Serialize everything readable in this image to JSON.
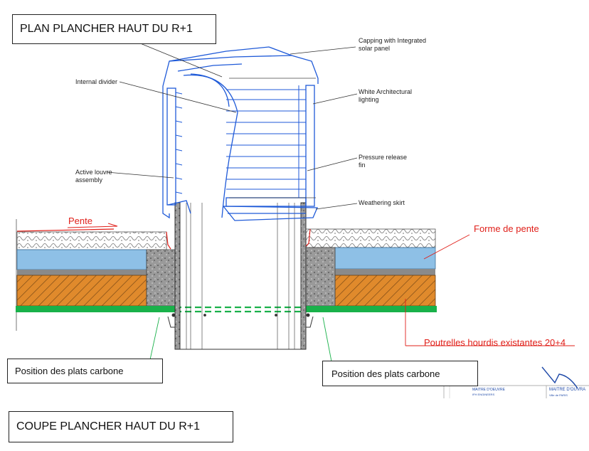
{
  "title_top": "PLAN PLANCHER HAUT DU  R+1",
  "title_bottom": "COUPE PLANCHER HAUT DU R+1",
  "labels": {
    "capping_1": "Capping with Integrated",
    "capping_2": "solar panel",
    "internal_divider": "Internal divider",
    "lighting_1": "White Architectural",
    "lighting_2": "lighting",
    "pressure_1": "Pressure release",
    "pressure_2": "fin",
    "louvre_1": "Active louvre",
    "louvre_2": "assembly",
    "weathering": "Weathering skirt",
    "pente": "Pente",
    "forme_de_pente": "Forme de pente",
    "poutrelles": "Poutrelles hourdis existantes 20+4",
    "carbone_left": "Position des plats carbone",
    "carbone_right": "Position des plats carbone"
  },
  "title_block": {
    "maitre_oeuvre": "MAITRE D'OEUVRE",
    "maitre_oeuvre_sub": "IFH ENGINEERS",
    "maitre_ouvrage": "MAITRE D'OUVRA",
    "maitre_ouvrage_sub": "Ville de PARIS"
  },
  "colors": {
    "blue": "#1f5ad8",
    "insulation_blue": "#8ec0e6",
    "timber_orange": "#e08a2c",
    "concrete_grey": "#9a9a9a",
    "carbon_green": "#19b14a",
    "annotation_red": "#e0201a"
  }
}
